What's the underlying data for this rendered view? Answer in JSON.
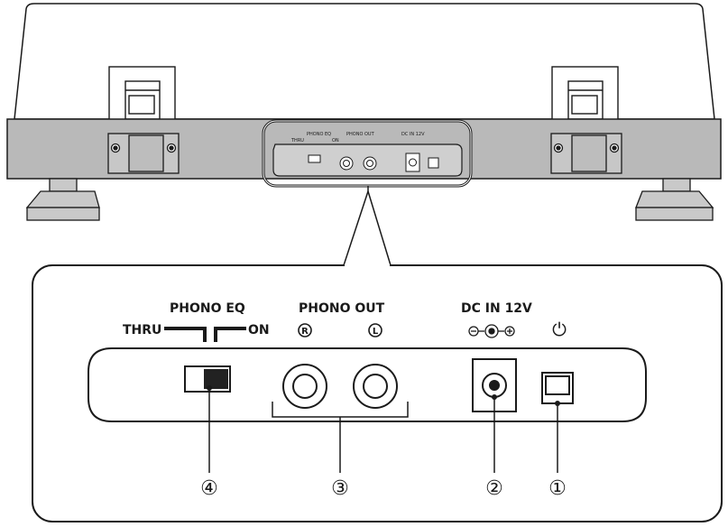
{
  "panel_labels": {
    "phono_eq": "PHONO EQ",
    "thru": "THRU",
    "on": "ON",
    "phono_out": "PHONO OUT",
    "right_channel": "R",
    "left_channel": "L",
    "dc_in": "DC IN 12V",
    "power_symbol": "⏻"
  },
  "callouts": {
    "c1": "①",
    "c2": "②",
    "c3": "③",
    "c4": "④"
  },
  "colors": {
    "body_fill": "#b9b9b9",
    "panel_fill": "#cfcfcf",
    "line": "#1a1a1a"
  }
}
